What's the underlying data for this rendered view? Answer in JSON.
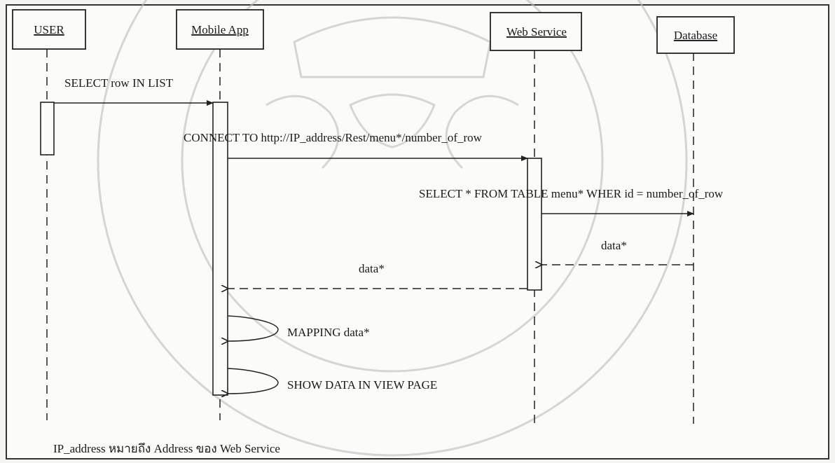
{
  "diagram": {
    "participants": {
      "user": "USER",
      "mobile_app": "Mobile App",
      "web_service": "Web Service",
      "database": "Database"
    },
    "messages": {
      "select_row": "SELECT row IN LIST",
      "connect": "CONNECT TO http://IP_address/Rest/menu*/number_of_row",
      "query": "SELECT * FROM TABLE menu* WHER id = number_of_row",
      "db_return": "data*",
      "ws_return": "data*",
      "mapping": "MAPPING data*",
      "show": "SHOW DATA IN VIEW PAGE"
    },
    "footnote": "IP_address หมายถึง Address ของ Web Service"
  }
}
